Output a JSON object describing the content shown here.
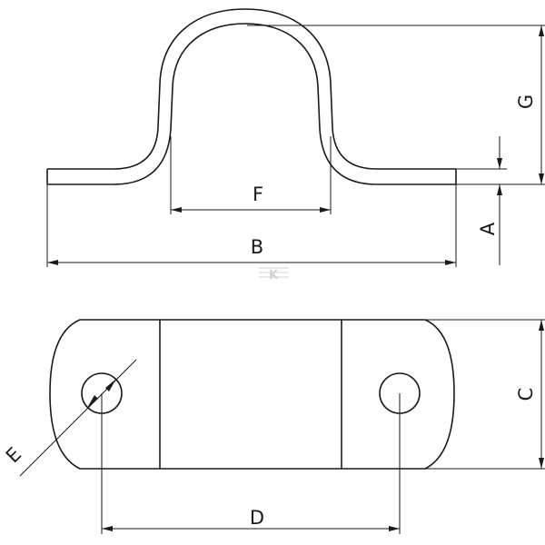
{
  "drawing": {
    "labels": {
      "A": "A",
      "B": "B",
      "C": "C",
      "D": "D",
      "E": "E",
      "F": "F",
      "G": "G"
    },
    "watermark": "K",
    "colors": {
      "line": "#1a1a1a",
      "background": "#ffffff",
      "watermark": "#cfd3d8"
    }
  }
}
